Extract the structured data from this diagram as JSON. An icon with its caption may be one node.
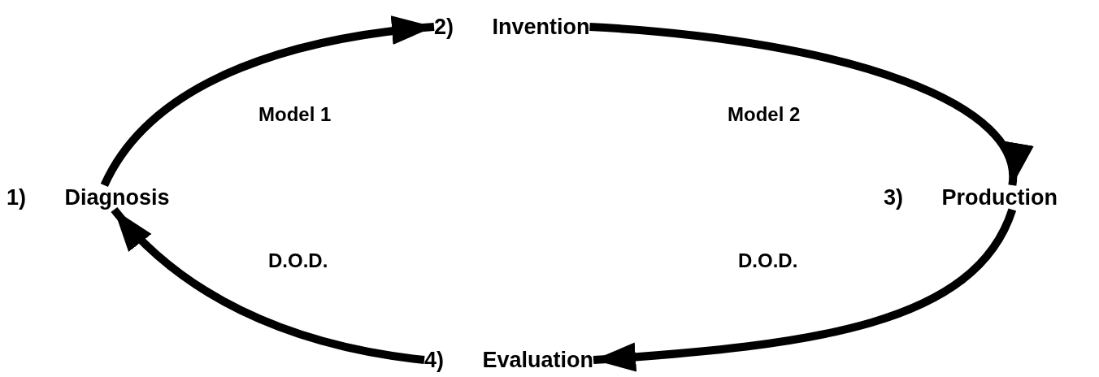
{
  "diagram": {
    "nodes": [
      {
        "text": [
          "1) Diagnosis"
        ]
      },
      {
        "text": [
          "2) Invention"
        ]
      },
      {
        "text": [
          "3) Production"
        ]
      },
      {
        "text": [
          "4) Evaluation"
        ]
      }
    ],
    "edges": [
      {
        "from": 0,
        "to": 1,
        "arrow": "to"
      },
      {
        "from": 1,
        "to": 2,
        "arrow": "to"
      },
      {
        "from": 2,
        "to": 3,
        "arrow": "to"
      },
      {
        "from": 3,
        "to": 0,
        "arrow": "to"
      }
    ],
    "labels": [
      "Model 1",
      "Model 2",
      "D.O.D.",
      "D.O.D."
    ]
  }
}
